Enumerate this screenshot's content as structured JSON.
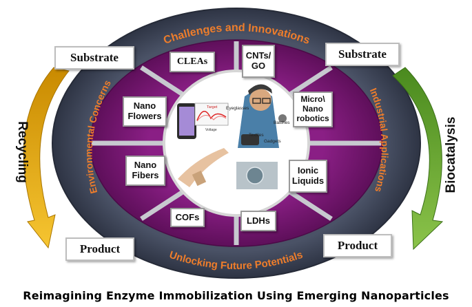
{
  "ring_texts": {
    "top": "Challenges and Innovations",
    "bottom": "Unlocking Future Potentials",
    "left": "Environmental Concerns",
    "right": "Industrial Applications"
  },
  "side_boxes": {
    "substrate_left": "Substrate",
    "substrate_right": "Substrate",
    "product_left": "Product",
    "product_right": "Product"
  },
  "arrows": {
    "left": "Recycling",
    "right": "Biocatalysis"
  },
  "segments": {
    "cleas": "CLEAs",
    "cnts_line1": "CNTs/",
    "cnts_line2": "GO",
    "micro_line1": "Micro\\",
    "micro_line2": "Nano",
    "micro_line3": "robotics",
    "ionic_line1": "Ionic",
    "ionic_line2": "Liquids",
    "ldhs": "LDHs",
    "cofs": "COFs",
    "fibers_line1": "Nano",
    "fibers_line2": "Fibers",
    "flowers_line1": "Nano",
    "flowers_line2": "Flowers"
  },
  "center_labels": {
    "eyeglasses": "Eyeglasses",
    "batches": "Batches",
    "textiles": "Textiles",
    "gadgets": "Gadgets",
    "target": "Target",
    "voltage": "Voltage"
  },
  "caption": "Reimagining Enzyme Immobilization Using Emerging Nanoparticles",
  "colors": {
    "outer_ring": "#3b4254",
    "ring_text": "#ee7d2b",
    "purple": "#7a1775",
    "inner_border": "#c9c9c9",
    "recycling_arrow": "#e0a614",
    "biocatalysis_arrow": "#6aa630"
  }
}
